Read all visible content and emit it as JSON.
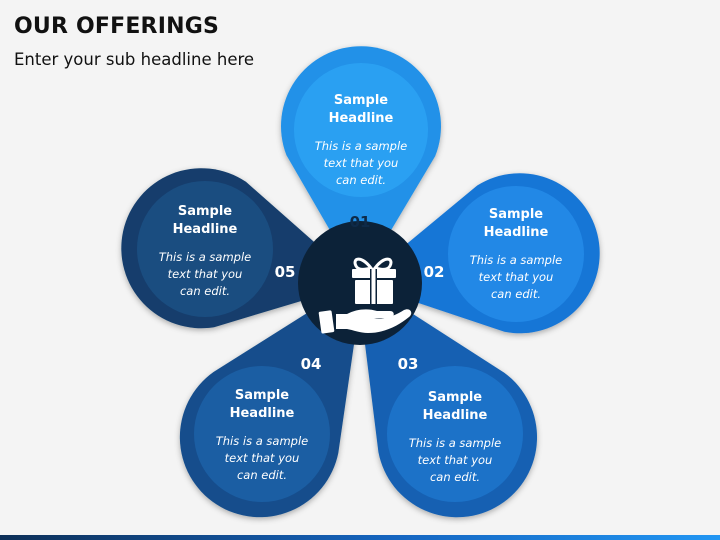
{
  "title": "OUR OFFERINGS",
  "subtitle": "Enter your sub headline here",
  "icon": "gift-in-hand-icon",
  "colors": {
    "center": "#0c2238",
    "text": "#ffffff",
    "number_dark": "#0e2a48",
    "number_light": "#ffffff"
  },
  "items": [
    {
      "number": "01",
      "headline": "Sample\nHeadline",
      "text": "This is a sample\ntext that you\ncan edit.",
      "color": "#2191e8",
      "inner": "#2aa0f2"
    },
    {
      "number": "02",
      "headline": "Sample\nHeadline",
      "text": "This is a sample\ntext that you\ncan edit.",
      "color": "#1976d6",
      "inner": "#2288e6"
    },
    {
      "number": "03",
      "headline": "Sample\nHeadline",
      "text": "This is a sample\ntext that you\ncan edit.",
      "color": "#1461b2",
      "inner": "#1c72c8"
    },
    {
      "number": "04",
      "headline": "Sample\nHeadline",
      "text": "This is a sample\ntext that you\ncan edit.",
      "color": "#134e8c",
      "inner": "#1b5ea3"
    },
    {
      "number": "05",
      "headline": "Sample\nHeadline",
      "text": "This is a sample\ntext that you\ncan edit.",
      "color": "#123e6c",
      "inner": "#1a4d80"
    }
  ]
}
